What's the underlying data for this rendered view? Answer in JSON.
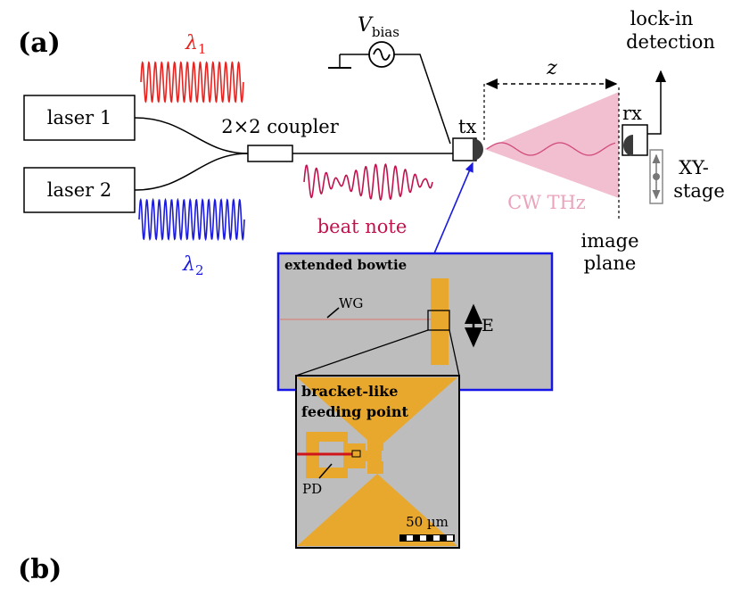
{
  "panel_labels": {
    "a": "(a)",
    "b": "(b)"
  },
  "setup": {
    "laser1": "laser 1",
    "laser2": "laser 2",
    "lambda1": "λ",
    "lambda1_sub": "1",
    "lambda2": "λ",
    "lambda2_sub": "2",
    "coupler": "2×2 coupler",
    "beat_note": "beat note",
    "vbias": "V",
    "vbias_sub": "bias",
    "tx": "tx",
    "rx": "rx",
    "z": "z",
    "lockin_line1": "lock-in",
    "lockin_line2": "detection",
    "cw_thz": "CW THz",
    "image_plane_line1": "image",
    "image_plane_line2": "plane",
    "xy_stage_line1": "XY-",
    "xy_stage_line2": "stage"
  },
  "inset1": {
    "title": "extended bowtie",
    "wg": "WG",
    "e_field": "E"
  },
  "inset2": {
    "title_line1": "bracket-like",
    "title_line2": "feeding point",
    "pd": "PD",
    "scale": "50 µm"
  },
  "colors": {
    "lambda1": "#e8231f",
    "lambda2": "#1a1ae0",
    "beat": "#c0124f",
    "thz_cone": "#f2bfd0",
    "antenna": "#e8a82e",
    "chip_bg": "#bdbdbd",
    "inset_border": "#1616e8"
  }
}
